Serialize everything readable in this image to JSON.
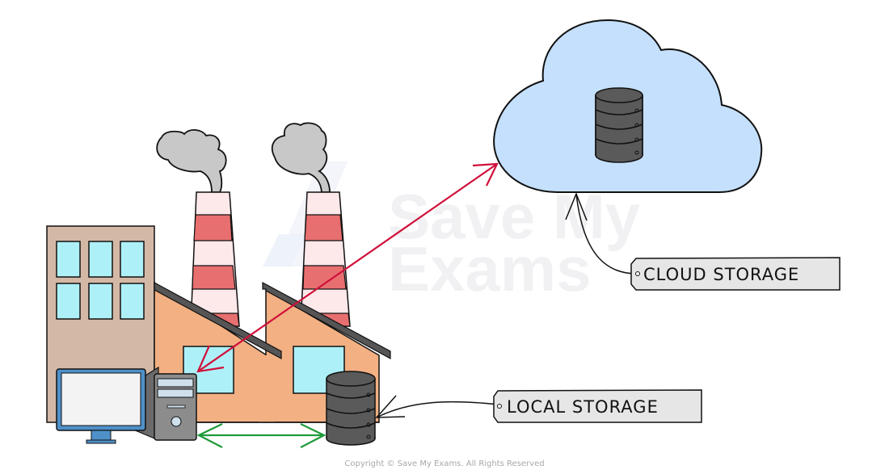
{
  "diagram": {
    "title": "Local storage vs cloud storage",
    "labels": {
      "cloud_storage": "CLOUD STORAGE",
      "local_storage": "LOCAL STORAGE"
    },
    "watermark": {
      "line1": "Save My",
      "line2": "Exams"
    },
    "copyright": "Copyright © Save My Exams. All Rights Reserved",
    "colors": {
      "cloud_fill": "#c5e0fc",
      "database_fill": "#5a5a5a",
      "remote_link": "#d0103a",
      "local_link": "#1f9a3a",
      "factory_wall": "#f2b083",
      "office_wall": "#d4b8a6",
      "window": "#aef0f8",
      "chimney_red": "#e86f6f",
      "chimney_pink": "#fde8ea",
      "smoke": "#c8c8c8",
      "monitor_frame": "#4f90c8",
      "tower": "#8c8c8c",
      "tag_fill": "#e6e6e6"
    },
    "connections": [
      {
        "from": "computer",
        "to": "cloud-database",
        "type": "bidirectional",
        "color_key": "remote_link"
      },
      {
        "from": "computer",
        "to": "local-database",
        "type": "bidirectional",
        "color_key": "local_link"
      }
    ]
  }
}
